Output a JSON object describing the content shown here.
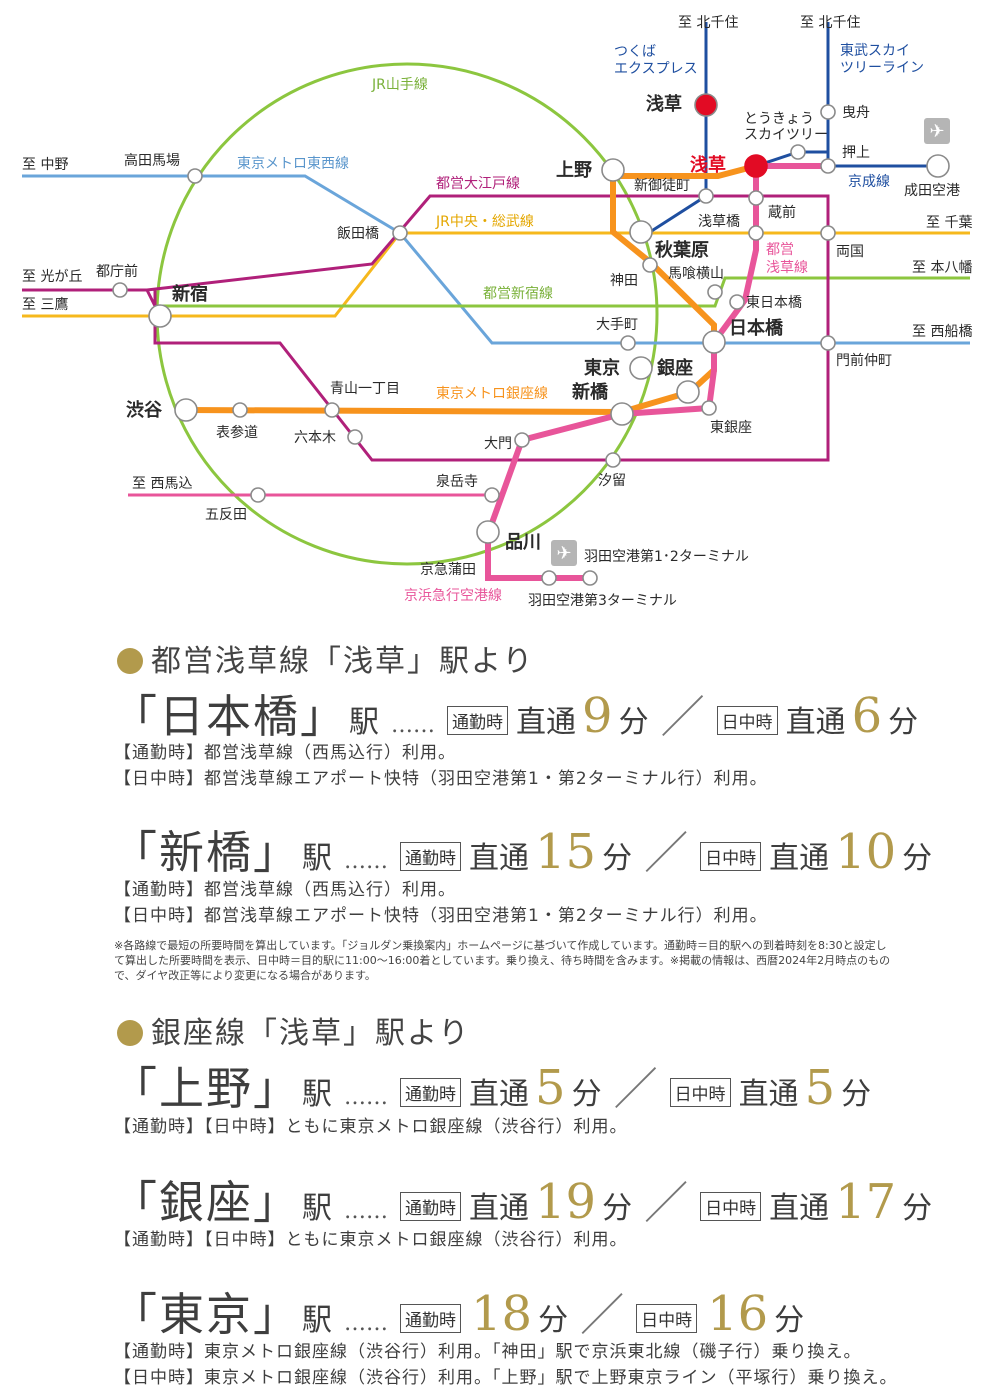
{
  "map": {
    "lines": {
      "yamanote": {
        "name": "JR山手線",
        "color": "#8cc63f"
      },
      "tozai": {
        "name": "東京メトロ東西線",
        "color": "#6aa5da"
      },
      "oedo": {
        "name": "都営大江戸線",
        "color": "#b0207a"
      },
      "chuo": {
        "name": "JR中央・総武線",
        "color": "#f6b81d"
      },
      "shinjuku": {
        "name": "都営新宿線",
        "color": "#8cc63f"
      },
      "ginza": {
        "name": "東京メトロ銀座線",
        "color": "#f7931d"
      },
      "asakusa": {
        "name": "都営\n浅草線",
        "color": "#e8559a"
      },
      "tx": {
        "name": "つくば\nエクスプレス",
        "color": "#1f4fa0"
      },
      "tobu": {
        "name": "東武スカイ\nツリーライン",
        "color": "#1f4fa0"
      },
      "keisei": {
        "name": "京成線",
        "color": "#1f4fa0"
      },
      "keikyu": {
        "name": "京浜急行空港線",
        "color": "#e8559a"
      }
    },
    "terminals": {
      "kitasenju1": "至 北千住",
      "kitasenju2": "至 北千住",
      "nakano": "至 中野",
      "hikarigaoka": "至 光が丘",
      "mitaka": "至 三鷹",
      "chiba": "至 千葉",
      "motoyawata": "至 本八幡",
      "nishifunabashi": "至 西船橋",
      "nishimagome": "至 西馬込"
    },
    "stations": {
      "asakusa_tx": "浅草",
      "asakusa": "浅草",
      "hikifune": "曳舟",
      "skytree": "とうきょう\nスカイツリー",
      "oshiage": "押上",
      "narita": "成田空港",
      "takadanobaba": "高田馬場",
      "ueno": "上野",
      "shinokachimachi": "新御徒町",
      "kuramae": "蔵前",
      "asakusabashi": "浅草橋",
      "iidabashi": "飯田橋",
      "akihabara": "秋葉原",
      "ryogoku": "両国",
      "tochomae": "都庁前",
      "shinjuku": "新宿",
      "kanda": "神田",
      "bakuroyokoyama": "馬喰横山",
      "higashinihombashi": "東日本橋",
      "otemachi": "大手町",
      "nihombashi": "日本橋",
      "tokyo": "東京",
      "ginza": "銀座",
      "monzennakacho": "門前仲町",
      "shimbashi": "新橋",
      "aoyamaitchome": "青山一丁目",
      "shibuya": "渋谷",
      "omotesando": "表参道",
      "roppongi": "六本木",
      "higashiginza": "東銀座",
      "daimon": "大門",
      "shiodome": "汐留",
      "sengakuji": "泉岳寺",
      "gotanda": "五反田",
      "shinagawa": "品川",
      "haneda12": "羽田空港第1･2ターミナル",
      "keikyukamata": "京急蒲田",
      "haneda3": "羽田空港第3ターミナル"
    }
  },
  "routes": {
    "r1": {
      "heading": "都営浅草線「浅草」駅より",
      "trips": [
        {
          "station": "「日本橋」",
          "eki": "駅",
          "dots": "……",
          "tag1": "通勤時",
          "direct1": "直通",
          "num1": "9",
          "fun1": "分",
          "slash": "／",
          "tag2": "日中時",
          "direct2": "直通",
          "num2": "6",
          "fun2": "分",
          "note1": "【通勤時】都営浅草線（西馬込行）利用。",
          "note2": "【日中時】都営浅草線エアポート快特（羽田空港第1・第2ターミナル行）利用。"
        },
        {
          "station": "「新橋」",
          "eki": "駅",
          "dots": "……",
          "tag1": "通勤時",
          "direct1": "直通",
          "num1": "15",
          "fun1": "分",
          "slash": "／",
          "tag2": "日中時",
          "direct2": "直通",
          "num2": "10",
          "fun2": "分",
          "note1": "【通勤時】都営浅草線（西馬込行）利用。",
          "note2": "【日中時】都営浅草線エアポート快特（羽田空港第1・第2ターミナル行）利用。"
        }
      ],
      "disclaimer": "※各路線で最短の所要時間を算出しています。「ジョルダン乗換案内」ホームページに基づいて作成しています。通勤時＝目的駅への到着時刻を8:30と設定して算出した所要時間を表示、日中時＝目的駅に11:00〜16:00着としています。乗り換え、待ち時間を含みます。※掲載の情報は、西暦2024年2月時点のもので、ダイヤ改正等により変更になる場合があります。"
    },
    "r2": {
      "heading": "銀座線「浅草」駅より",
      "trips": [
        {
          "station": "「上野」",
          "eki": "駅",
          "dots": "……",
          "tag1": "通勤時",
          "direct1": "直通",
          "num1": "5",
          "fun1": "分",
          "slash": "／",
          "tag2": "日中時",
          "direct2": "直通",
          "num2": "5",
          "fun2": "分",
          "note1": "【通勤時】【日中時】ともに東京メトロ銀座線（渋谷行）利用。"
        },
        {
          "station": "「銀座」",
          "eki": "駅",
          "dots": "……",
          "tag1": "通勤時",
          "direct1": "直通",
          "num1": "19",
          "fun1": "分",
          "slash": "／",
          "tag2": "日中時",
          "direct2": "直通",
          "num2": "17",
          "fun2": "分",
          "note1": "【通勤時】【日中時】ともに東京メトロ銀座線（渋谷行）利用。"
        },
        {
          "station": "「東京」",
          "eki": "駅",
          "dots": "……",
          "tag1": "通勤時",
          "num1": "18",
          "fun1": "分",
          "slash": "／",
          "tag2": "日中時",
          "num2": "16",
          "fun2": "分",
          "note1": "【通勤時】東京メトロ銀座線（渋谷行）利用。「神田」駅で京浜東北線（磯子行）乗り換え。",
          "note2": "【日中時】東京メトロ銀座線（渋谷行）利用。「上野」駅で上野東京ライン（平塚行）乗り換え。"
        }
      ]
    }
  }
}
